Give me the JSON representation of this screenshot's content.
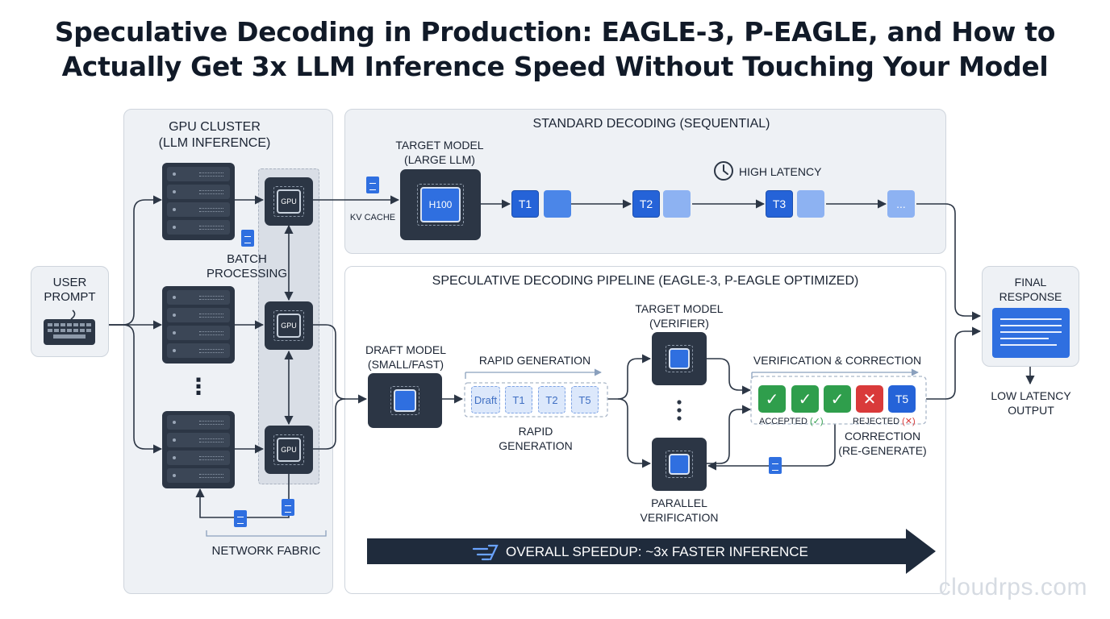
{
  "title_line1": "Speculative Decoding in Production: EAGLE-3, P-EAGLE, and How to",
  "title_line2": "Actually Get 3x LLM Inference Speed Without Touching Your Model",
  "user_prompt": {
    "line1": "USER",
    "line2": "PROMPT"
  },
  "gpu_cluster": {
    "title_line1": "GPU CLUSTER",
    "title_line2": "(LLM INFERENCE)",
    "gpu_label": "GPU",
    "batch_line1": "BATCH",
    "batch_line2": "PROCESSING",
    "ellipsis": "⋮",
    "network_fabric": "NETWORK FABRIC"
  },
  "standard": {
    "title": "STANDARD DECODING (SEQUENTIAL)",
    "kv_cache": "KV CACHE",
    "target_line1": "TARGET MODEL",
    "target_line2": "(LARGE LLM)",
    "chip_label": "H100",
    "high_latency": "HIGH LATENCY",
    "tokens": [
      "T1",
      "T2",
      "T3",
      "..."
    ]
  },
  "speculative": {
    "title": "SPECULATIVE DECODING PIPELINE (EAGLE-3, P-EAGLE OPTIMIZED)",
    "draft_line1": "DRAFT MODEL",
    "draft_line2": "(SMALL/FAST)",
    "rapid_generation": "RAPID GENERATION",
    "rapid_below_line1": "RAPID",
    "rapid_below_line2": "GENERATION",
    "draft_tokens": [
      "Draft",
      "T1",
      "T2",
      "T5"
    ],
    "verifier_line1": "TARGET MODEL",
    "verifier_line2": "(VERIFIER)",
    "parallel_line1": "PARALLEL",
    "parallel_line2": "VERIFICATION",
    "verification_title": "VERIFICATION & CORRECTION",
    "verify_tokens": [
      "✓",
      "✓",
      "✓",
      "✕",
      "T5"
    ],
    "accepted_label": "ACCEPTED",
    "accepted_mark": "(✓)",
    "rejected_label": "REJECTED",
    "rejected_mark": "(✕)",
    "correction_line1": "CORRECTION",
    "correction_line2": "(RE-GENERATE)"
  },
  "banner_text": "OVERALL SPEEDUP: ~3x FASTER INFERENCE",
  "final": {
    "line1": "FINAL",
    "line2": "RESPONSE",
    "low_line1": "LOW LATENCY",
    "low_line2": "OUTPUT"
  },
  "watermark": "cloudrps.com",
  "colors": {
    "accent": "#2563d8",
    "dark": "#2c3645",
    "success": "#2f9e4c",
    "danger": "#d93a3a",
    "banner": "#1f2b3c"
  }
}
